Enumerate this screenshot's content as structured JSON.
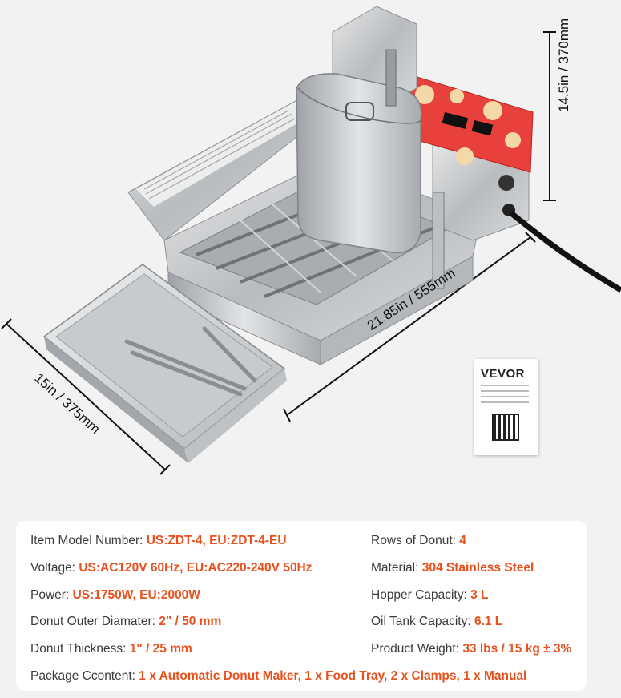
{
  "dimensions": {
    "height": "14.5in / 370mm",
    "length": "21.85in / 555mm",
    "width": "15in / 375mm"
  },
  "manual": {
    "brand": "VEVOR"
  },
  "specs": {
    "left": [
      {
        "label": "Item Model Number: ",
        "value": "US:ZDT-4, EU:ZDT-4-EU"
      },
      {
        "label": "Voltage: ",
        "value": "US:AC120V 60Hz, EU:AC220-240V 50Hz"
      },
      {
        "label": "Power: ",
        "value": "US:1750W, EU:2000W"
      },
      {
        "label": "Donut Outer Diamater: ",
        "value": "2\" / 50 mm"
      },
      {
        "label": "Donut Thickness: ",
        "value": "1\" / 25 mm"
      }
    ],
    "right": [
      {
        "label": "Rows of Donut: ",
        "value": "4"
      },
      {
        "label": "Material: ",
        "value": "304 Stainless Steel"
      },
      {
        "label": "Hopper Capacity: ",
        "value": "3 L"
      },
      {
        "label": "Oil Tank Capacity: ",
        "value": "6.1 L"
      },
      {
        "label": "Product Weight: ",
        "value": "33 lbs / 15 kg ± 3%"
      }
    ],
    "package": {
      "label": "Package Ccontent: ",
      "value": "1 x Automatic Donut Maker, 1 x Food Tray, 2 x Clamps, 1 x Manual"
    }
  },
  "colors": {
    "accent": "#e8501c",
    "steel": "#c9cbcd",
    "panel_red": "#e8403a"
  }
}
